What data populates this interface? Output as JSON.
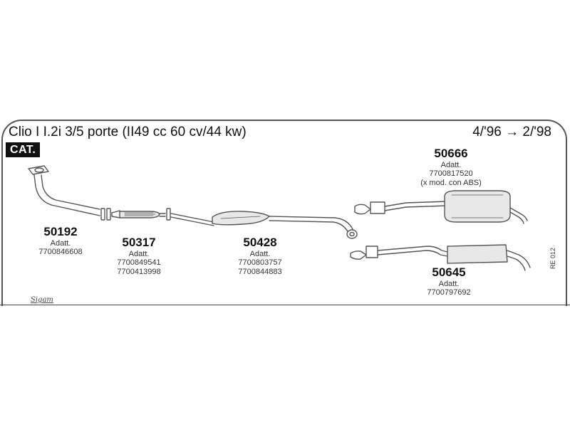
{
  "header": {
    "title": "Clio I I.2i 3/5 porte (II49 cc 60 cv/44 kw)",
    "years": "4/'96 → 2/'98",
    "cat_badge": "CAT."
  },
  "parts": [
    {
      "number": "50192",
      "label": "Adatt.",
      "refs": [
        "7700846608"
      ]
    },
    {
      "number": "50317",
      "label": "Adatt.",
      "refs": [
        "7700849541",
        "7700413998"
      ]
    },
    {
      "number": "50428",
      "label": "Adatt.",
      "refs": [
        "7700803757",
        "7700844883"
      ]
    },
    {
      "number": "50666",
      "label": "Adatt.",
      "refs": [
        "7700817520",
        "(x mod. con ABS)"
      ]
    },
    {
      "number": "50645",
      "label": "Adatt.",
      "refs": [
        "7700797692"
      ]
    }
  ],
  "footer": {
    "code": "RE 012",
    "brand": "Sigam"
  },
  "colors": {
    "line": "#555555",
    "fill": "#e8e8e8",
    "badge_bg": "#111111"
  }
}
